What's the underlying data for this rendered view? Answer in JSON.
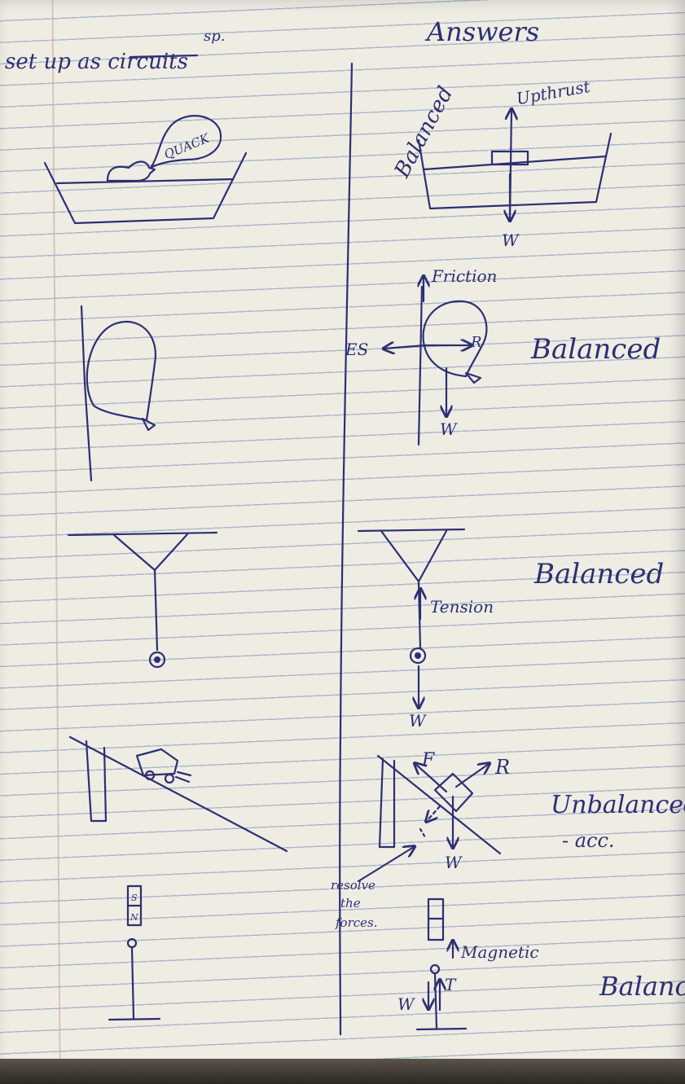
{
  "left_column": {
    "heading": "set up as circuits",
    "heading_note": "sp.",
    "duck_bubble": "QUACK",
    "magnet_labels": [
      "S",
      "N"
    ]
  },
  "right_column": {
    "heading": "Answers",
    "diagrams": [
      {
        "verdict": "Balanced",
        "labels": [
          "Upthrust",
          "W"
        ]
      },
      {
        "verdict": "Balanced",
        "labels": [
          "Friction",
          "ES",
          "R",
          "W"
        ]
      },
      {
        "verdict": "Balanced",
        "labels": [
          "Tension",
          "W"
        ]
      },
      {
        "verdict": "Unbalanced",
        "verdict_note": "- acc.",
        "labels": [
          "F",
          "R",
          "W"
        ],
        "side_note": [
          "resolve",
          "the",
          "forces."
        ]
      },
      {
        "verdict": "Balance",
        "labels": [
          "Magnetic",
          "W",
          "T"
        ]
      }
    ]
  }
}
